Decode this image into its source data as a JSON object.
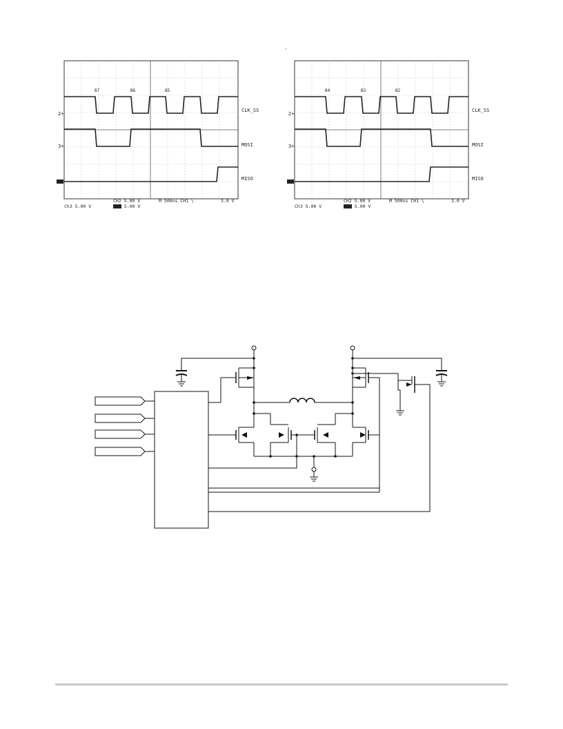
{
  "scope_left": {
    "ch2_label": "CLK_SS",
    "ch3_label": "MOSI",
    "ch4_label": "MISO",
    "bits": [
      "B7",
      "B6",
      "B5"
    ],
    "mark_ch2": "2+",
    "mark_ch3": "3+",
    "status_ch3": "Ch3    5.00 V",
    "status_ch2": "CH2    5.00 V",
    "status_ch4": "5.00 V",
    "status_time": "M  500ns  CH1  \\",
    "status_trig": "3.0 V"
  },
  "scope_right": {
    "ch2_label": "CLK_SS",
    "ch3_label": "MOSI",
    "ch4_label": "MISO",
    "bits": [
      "B4",
      "B3",
      "B2"
    ],
    "mark_ch2": "2+",
    "mark_ch3": "3+",
    "status_ch3": "Ch3    5.00 V",
    "status_ch2": "CH2    5.00 V",
    "status_ch4": "5.00 V",
    "status_time": "M  500ns  CH1  \\",
    "status_trig": "3.0 V"
  },
  "stray_mark": "\""
}
